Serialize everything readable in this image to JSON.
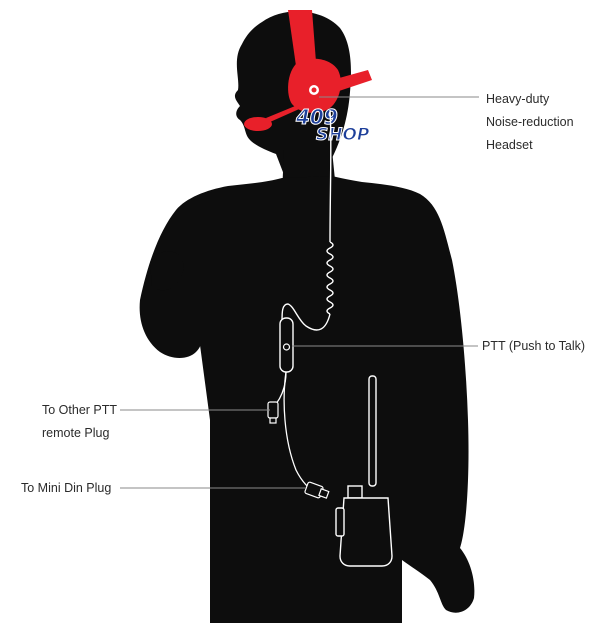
{
  "labels": {
    "headset": [
      "Heavy-duty",
      "Noise-reduction",
      "Headset"
    ],
    "ptt": "PTT (Push to Talk)",
    "other_ptt": [
      "To Other PTT",
      "remote Plug"
    ],
    "mini_din": "To Mini Din Plug"
  },
  "logo": {
    "number": "409",
    "word": "SHOP",
    "mark": "®"
  },
  "colors": {
    "silhouette": "#0d0d0d",
    "headset": "#e8202a",
    "leader": "#8a8a8a",
    "cable": "#ffffff",
    "logo_blue": "#1d3f9a"
  }
}
